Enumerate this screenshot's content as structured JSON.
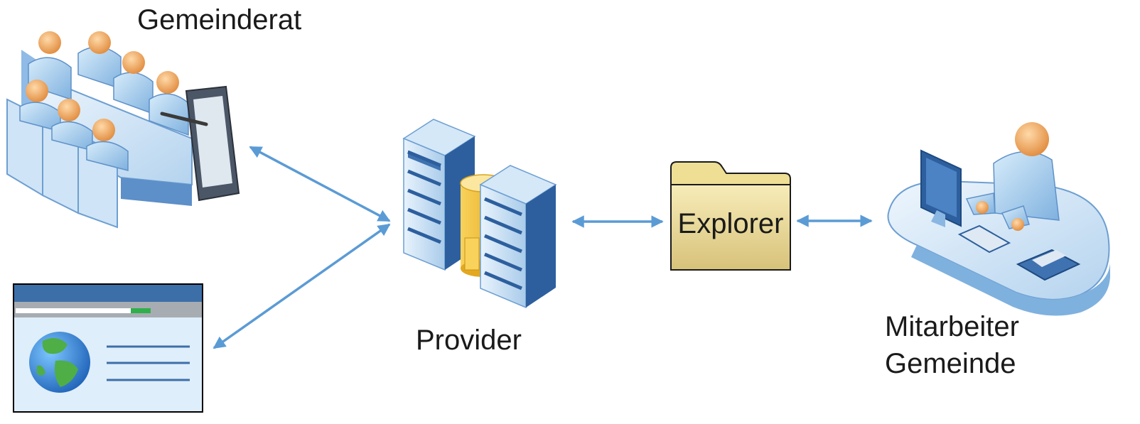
{
  "nodes": {
    "gemeinderat": {
      "label": "Gemeinderat",
      "icon": "council-meeting-tablet-icon"
    },
    "website": {
      "label": "",
      "icon": "browser-globe-window-icon"
    },
    "provider": {
      "label": "Provider",
      "icon": "server-database-icon"
    },
    "explorer": {
      "label": "Explorer",
      "icon": "folder-icon"
    },
    "mitarbeiter": {
      "line1": "Mitarbeiter",
      "line2": "Gemeinde",
      "icon": "employee-workstation-icon"
    }
  },
  "connections": [
    {
      "from": "gemeinderat",
      "to": "provider",
      "direction": "both"
    },
    {
      "from": "website",
      "to": "provider",
      "direction": "both"
    },
    {
      "from": "provider",
      "to": "explorer",
      "direction": "both"
    },
    {
      "from": "explorer",
      "to": "mitarbeiter",
      "direction": "both"
    }
  ],
  "colors": {
    "arrow": "#5b9bd5",
    "figure_light": "#bcdcf2",
    "figure_dark": "#4a7fbf",
    "head": "#f2a65a",
    "folder": "#e8d893",
    "server_dark": "#2d5f9e"
  }
}
